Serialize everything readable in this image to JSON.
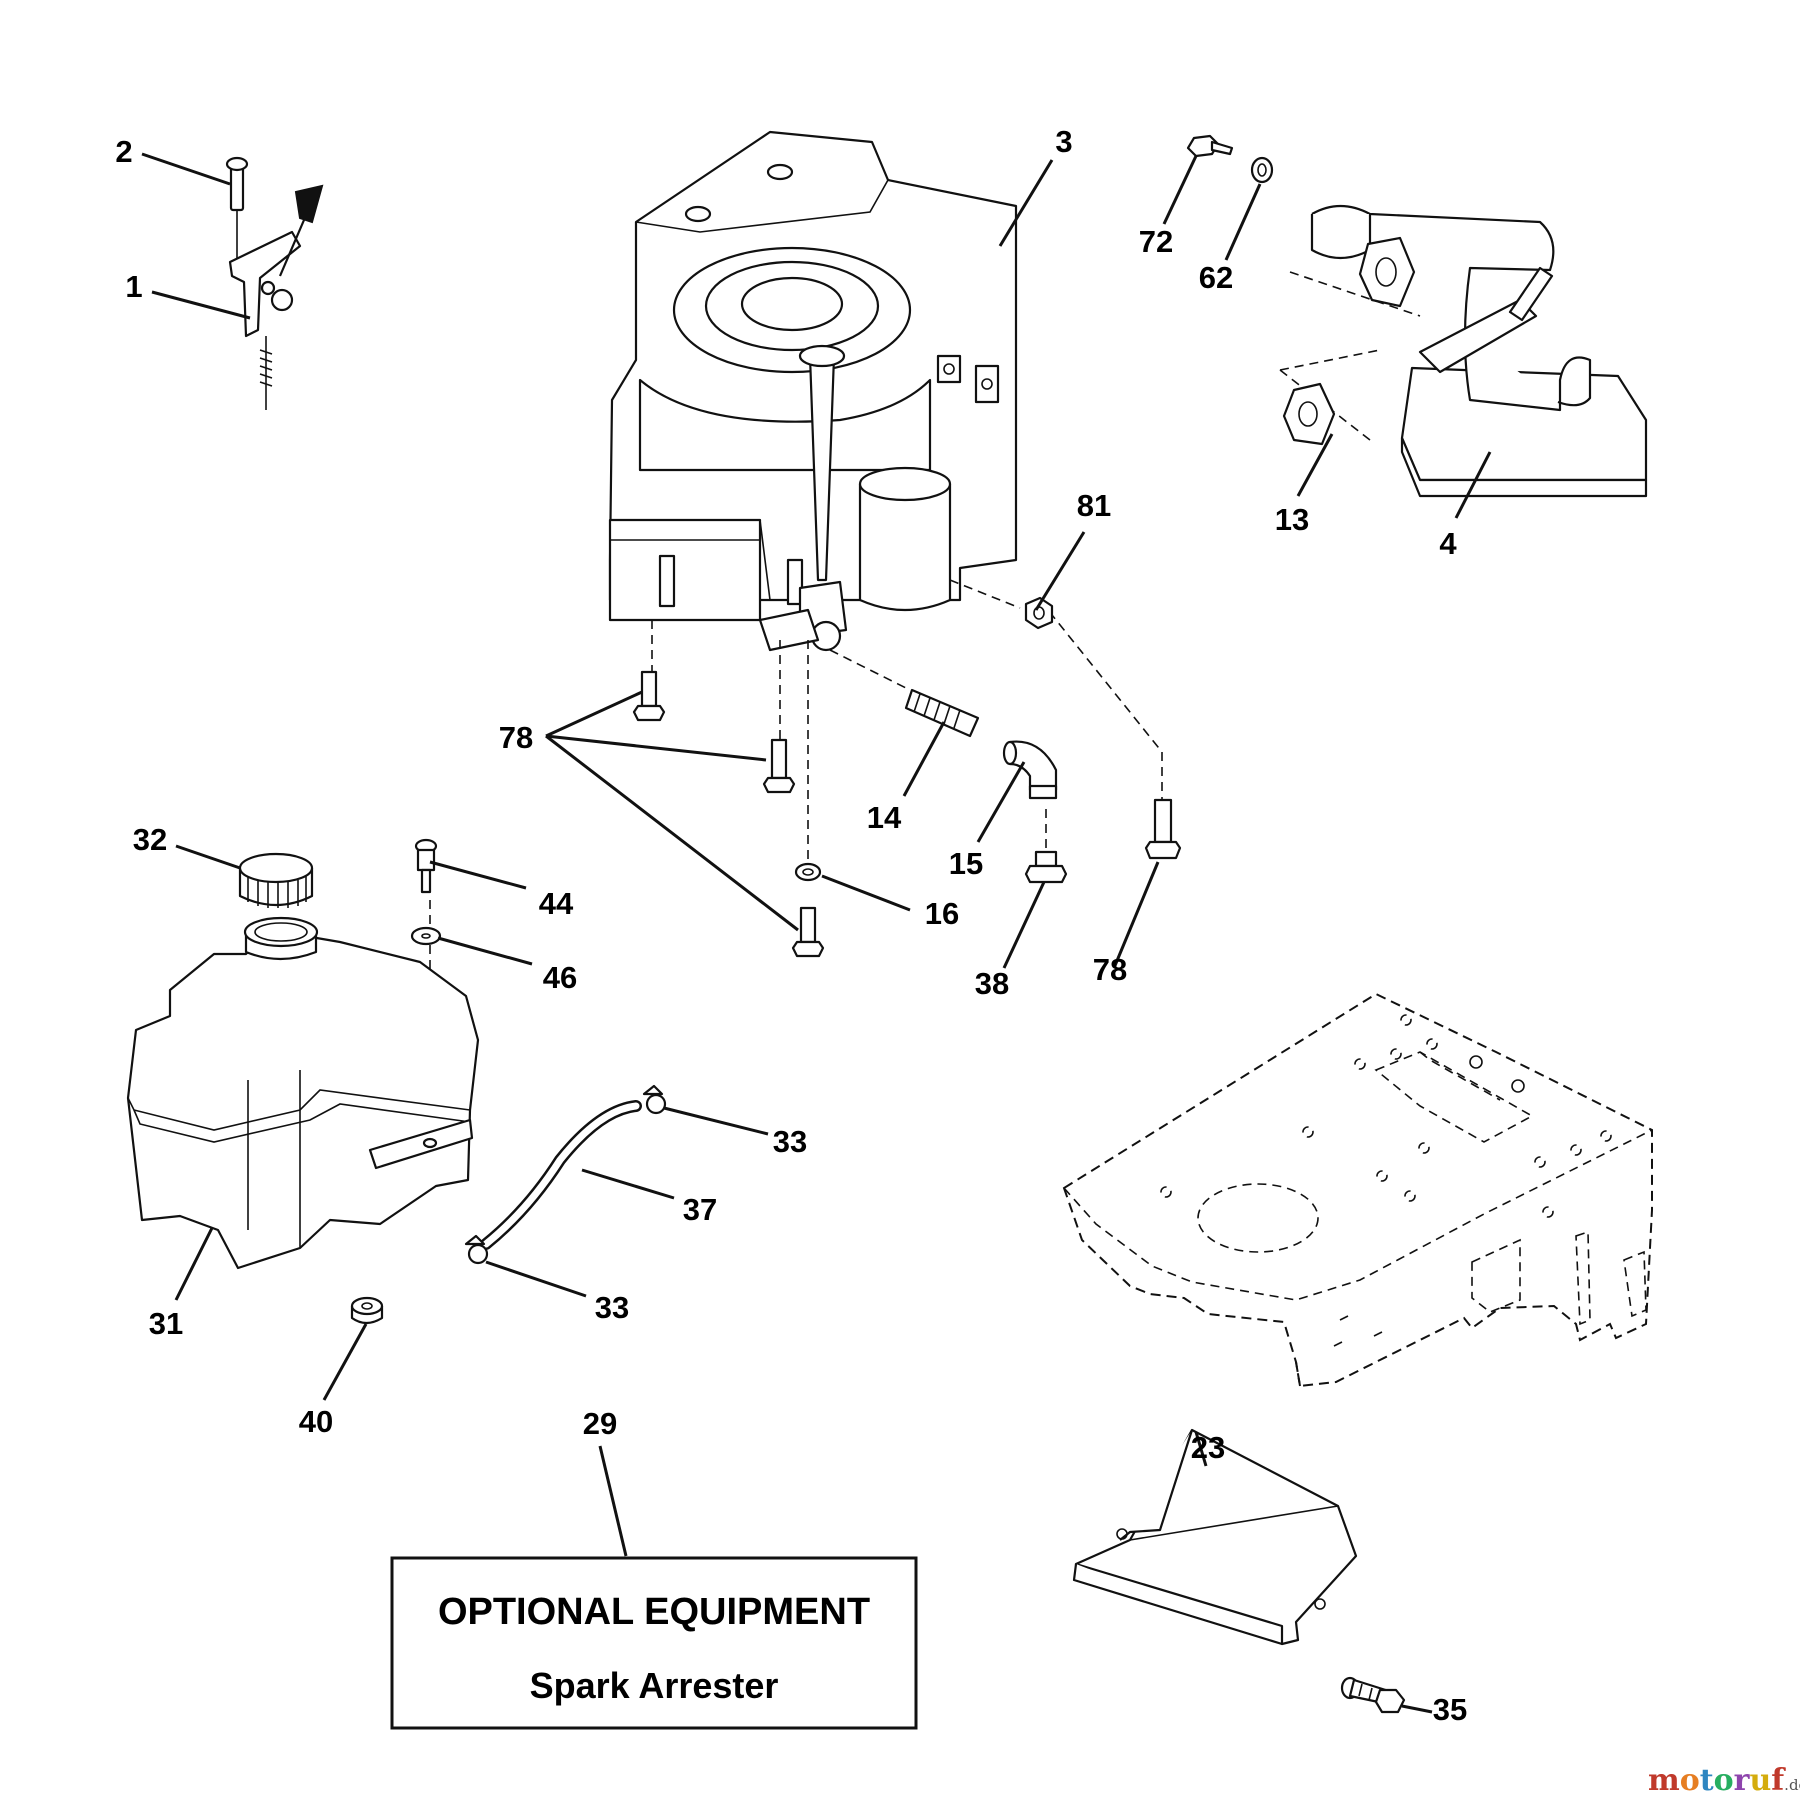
{
  "callouts": {
    "c1": "1",
    "c2": "2",
    "c3": "3",
    "c4": "4",
    "c13": "13",
    "c14": "14",
    "c15": "15",
    "c16": "16",
    "c23": "23",
    "c29": "29",
    "c31": "31",
    "c32": "32",
    "c33a": "33",
    "c33b": "33",
    "c35": "35",
    "c37": "37",
    "c38": "38",
    "c40": "40",
    "c44": "44",
    "c46": "46",
    "c62": "62",
    "c72": "72",
    "c78a": "78",
    "c78b": "78",
    "c81": "81"
  },
  "optional_equipment": {
    "title": "OPTIONAL EQUIPMENT",
    "subtitle": "Spark Arrester"
  },
  "watermark": {
    "letters": [
      "m",
      "o",
      "t",
      "o",
      "r",
      "u",
      "f"
    ],
    "letter_colors": [
      "#c0392b",
      "#e67e22",
      "#2e86c1",
      "#27ae60",
      "#8e44ad",
      "#d4ac0d",
      "#c0392b"
    ],
    "tld": ".de"
  }
}
